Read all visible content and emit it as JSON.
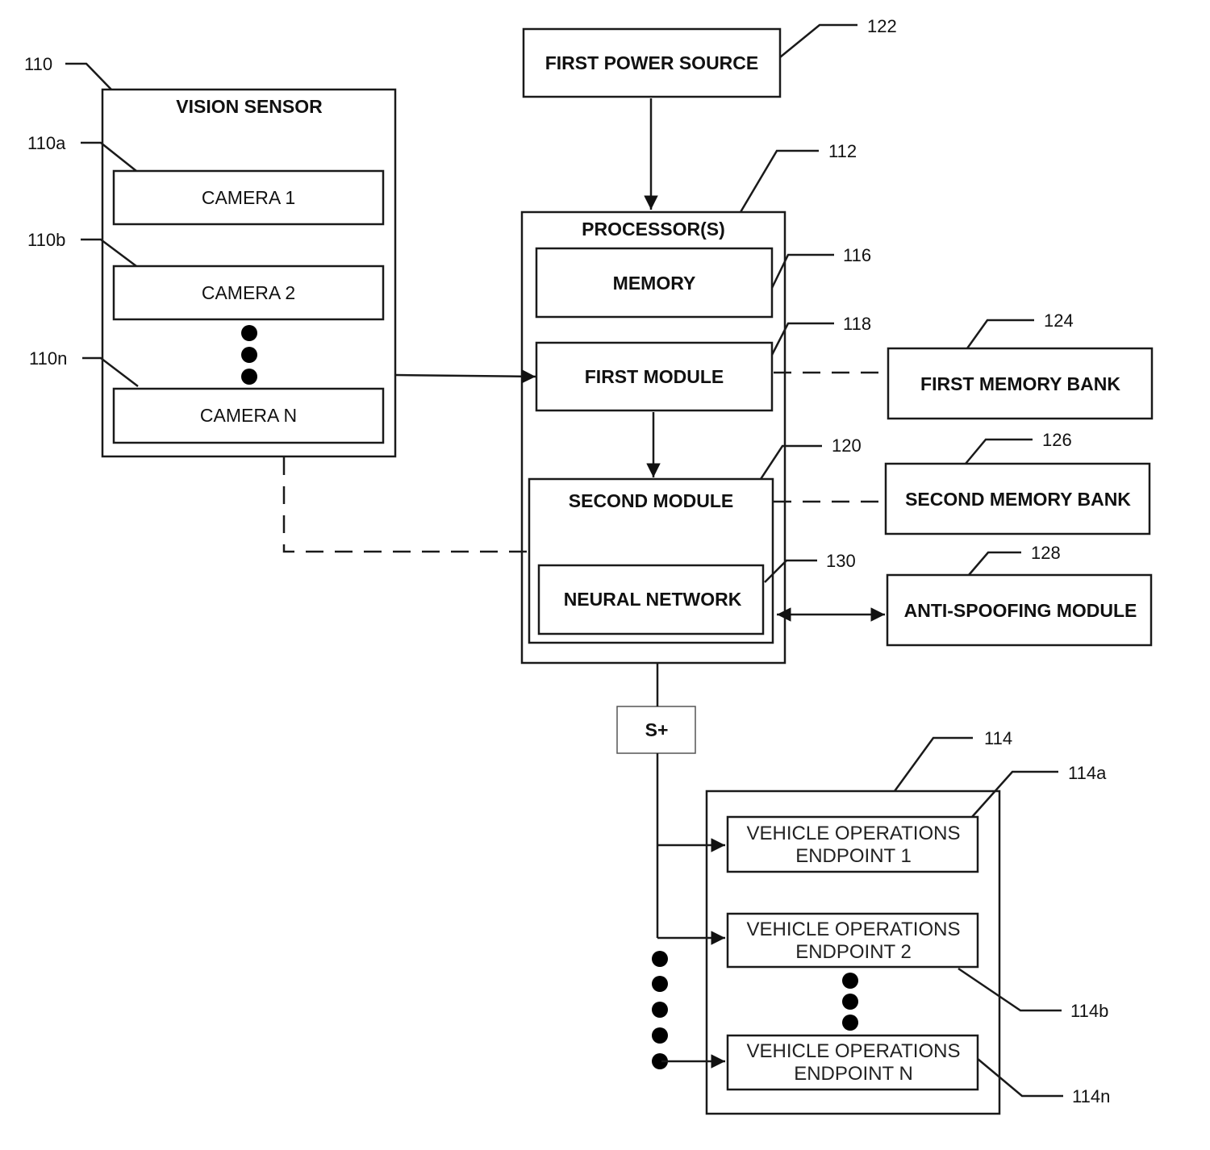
{
  "boxes": {
    "vision_sensor": "VISION SENSOR",
    "camera_1": "CAMERA 1",
    "camera_2": "CAMERA 2",
    "camera_n": "CAMERA N",
    "first_power_source": "FIRST POWER SOURCE",
    "processors": "PROCESSOR(S)",
    "memory": "MEMORY",
    "first_module": "FIRST MODULE",
    "second_module": "SECOND MODULE",
    "neural_network": "NEURAL NETWORK",
    "first_memory_bank": "FIRST MEMORY BANK",
    "second_memory_bank": "SECOND MEMORY BANK",
    "anti_spoofing_module": "ANTI-SPOOFING MODULE",
    "s_plus": "S+",
    "endpoint_1": [
      "VEHICLE OPERATIONS",
      "ENDPOINT 1"
    ],
    "endpoint_2": [
      "VEHICLE OPERATIONS",
      "ENDPOINT 2"
    ],
    "endpoint_n": [
      "VEHICLE OPERATIONS",
      "ENDPOINT N"
    ]
  },
  "refs": {
    "r110": "110",
    "r110a": "110a",
    "r110b": "110b",
    "r110n": "110n",
    "r112": "112",
    "r114": "114",
    "r114a": "114a",
    "r114b": "114b",
    "r114n": "114n",
    "r116": "116",
    "r118": "118",
    "r120": "120",
    "r122": "122",
    "r124": "124",
    "r126": "126",
    "r128": "128",
    "r130": "130"
  }
}
